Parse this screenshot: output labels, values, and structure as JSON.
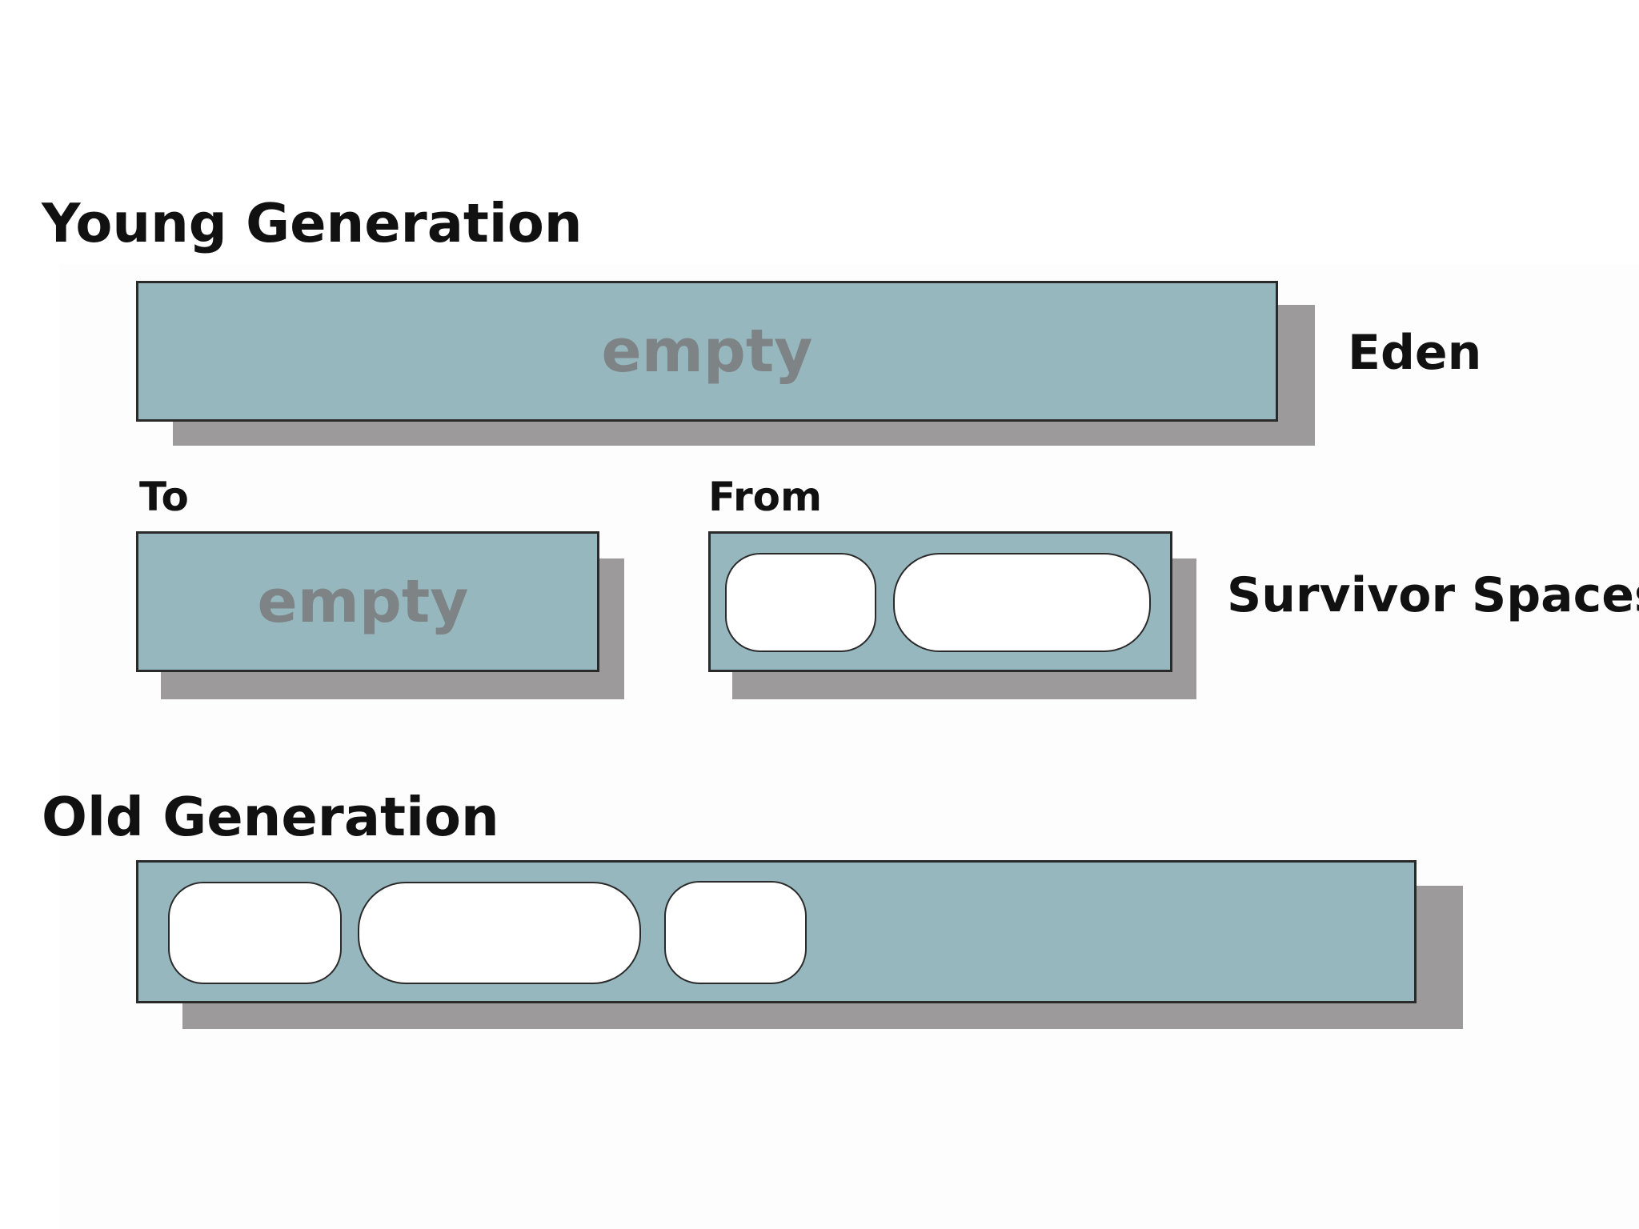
{
  "young_generation": {
    "title": "Young Generation",
    "eden": {
      "label": "Eden",
      "content": "empty"
    },
    "survivor": {
      "label": "Survivor Spaces",
      "to": {
        "label": "To",
        "content": "empty"
      },
      "from": {
        "label": "From",
        "object_count": 2
      }
    }
  },
  "old_generation": {
    "title": "Old Generation",
    "object_count": 3
  },
  "colors": {
    "space_fill": "#97b7be",
    "shadow": "#9c9a9b",
    "object_fill": "#ffffff",
    "empty_text": "#7e8486"
  }
}
